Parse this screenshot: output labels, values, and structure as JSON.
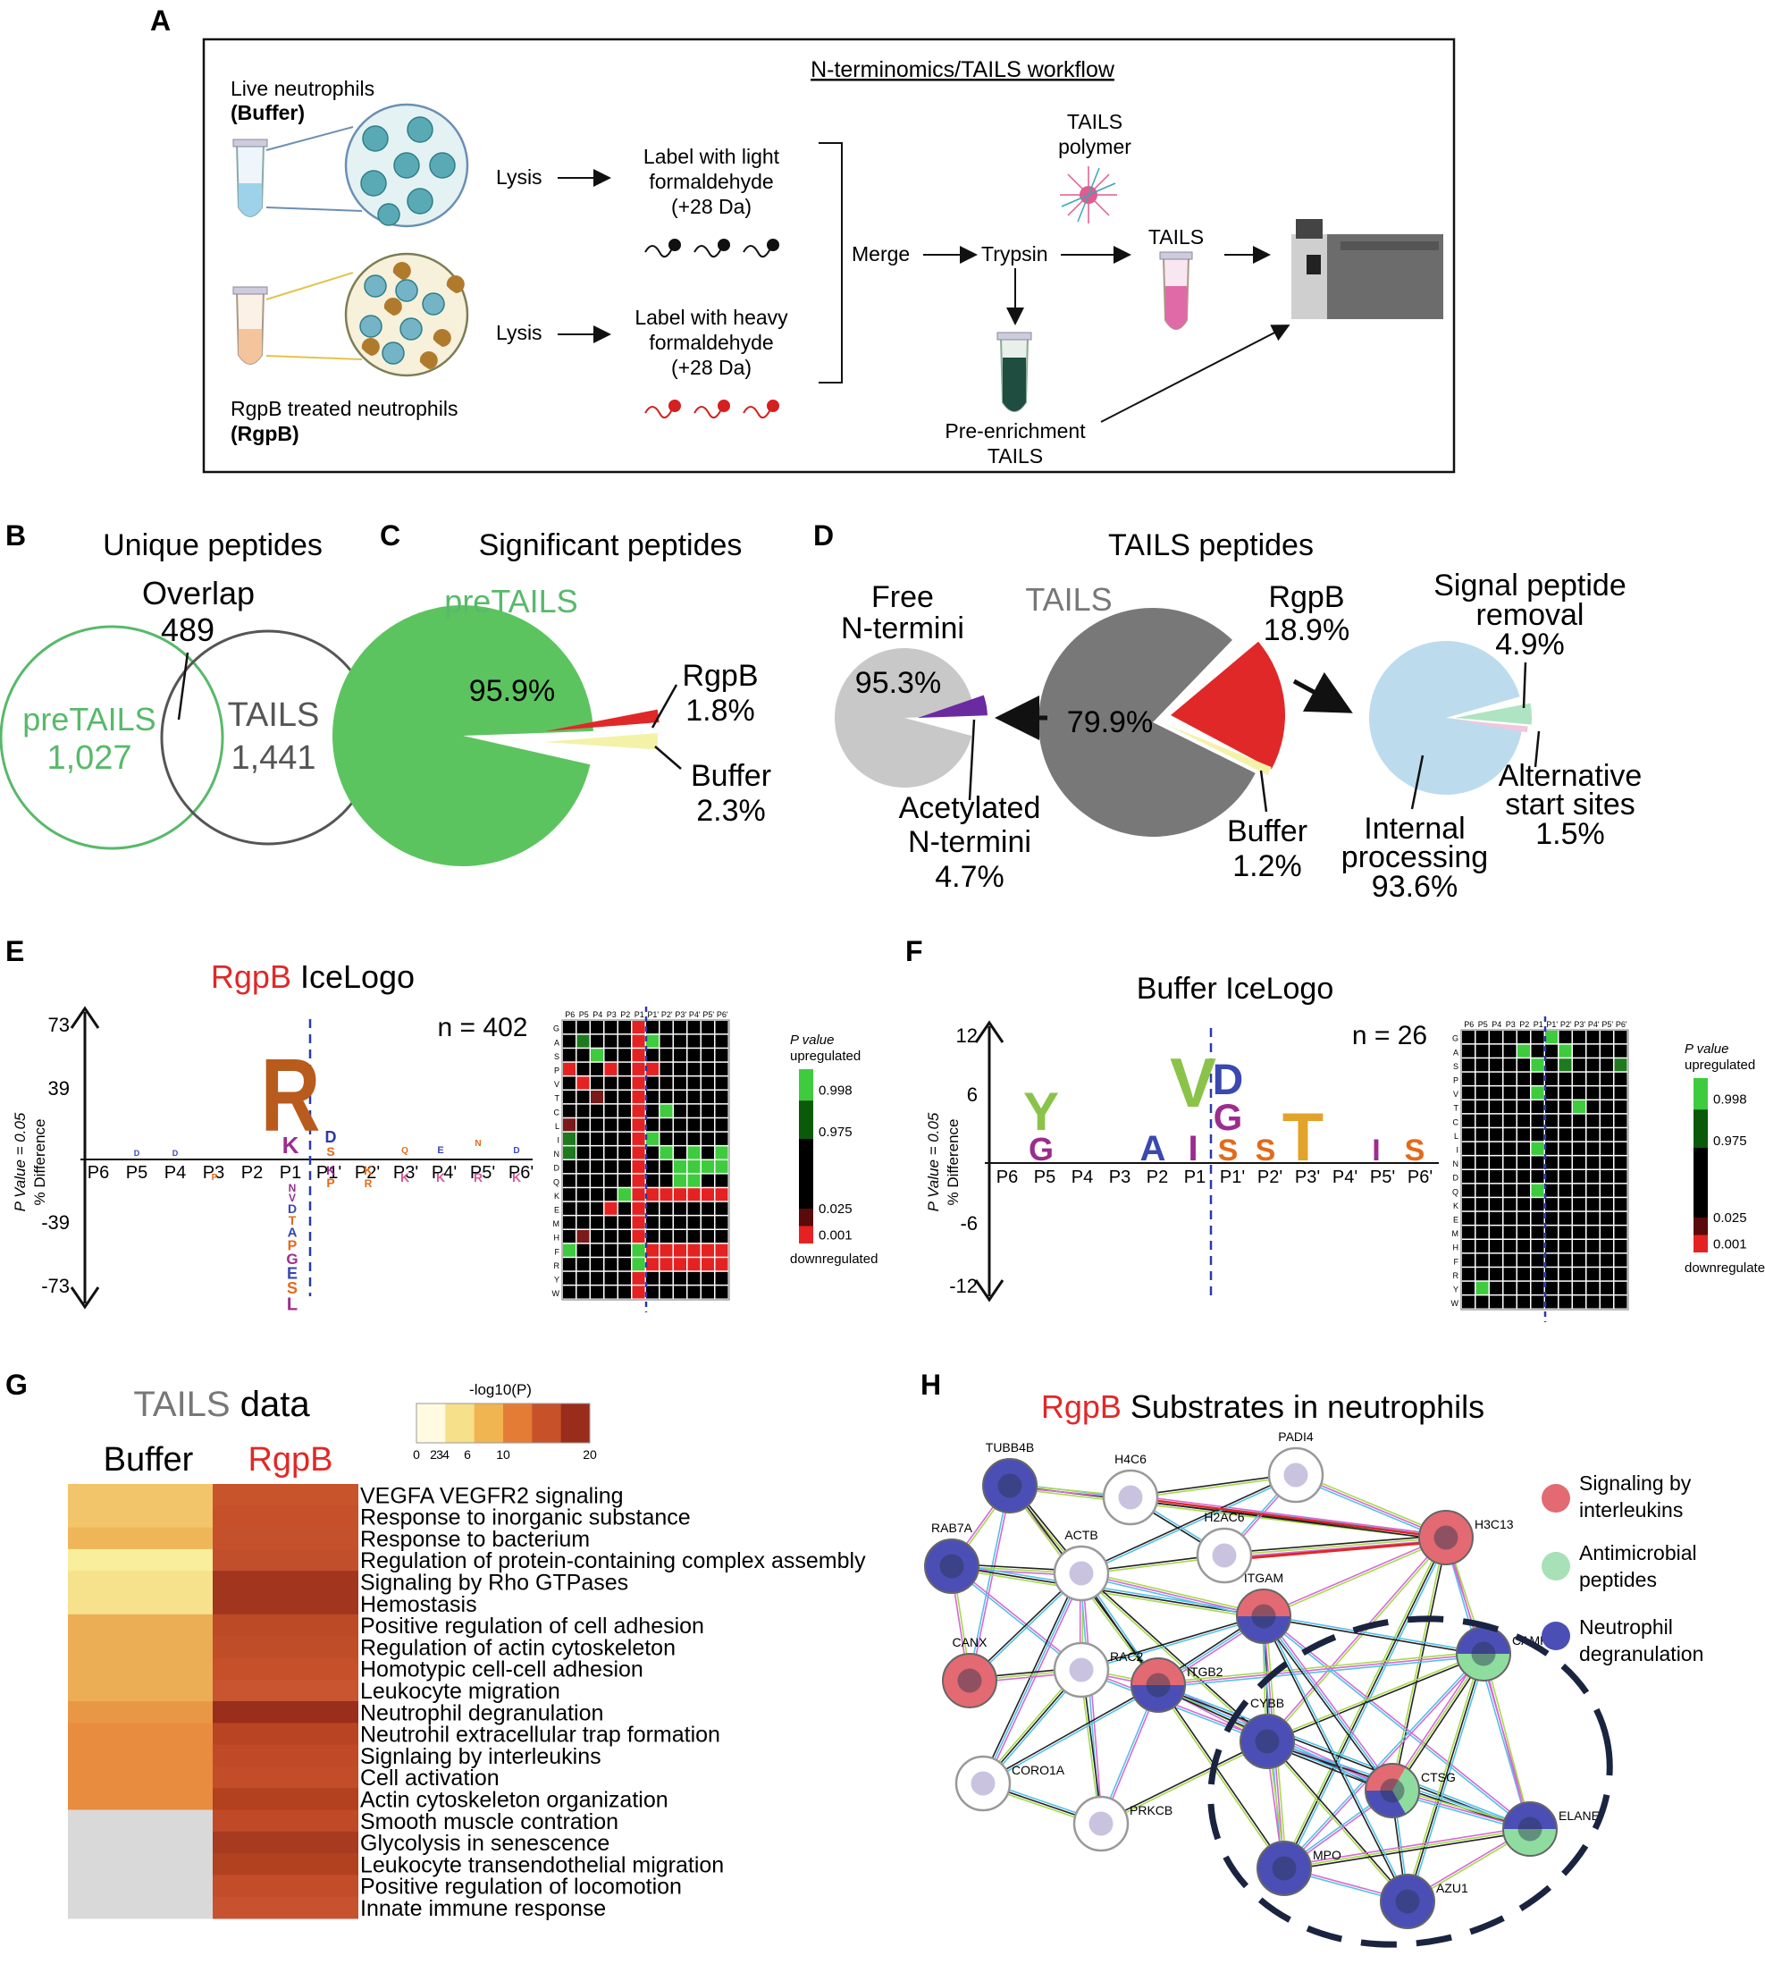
{
  "panel_letters": {
    "A": "A",
    "B": "B",
    "C": "C",
    "D": "D",
    "E": "E",
    "F": "F",
    "G": "G",
    "H": "H"
  },
  "panelA": {
    "title": "N-terminomics/TAILS workflow",
    "live_line1": "Live neutrophils",
    "live_line2": "(Buffer)",
    "rgpb_line1": "RgpB treated neutrophils",
    "rgpb_line2": "(RgpB)",
    "lysis": "Lysis",
    "light_label": [
      "Label with light",
      "formaldehyde",
      "(+28 Da)"
    ],
    "heavy_label": [
      "Label with heavy",
      "formaldehyde",
      "(+28 Da)"
    ],
    "merge": "Merge",
    "trypsin": "Trypsin",
    "polymer": [
      "TAILS",
      "polymer"
    ],
    "tails": "TAILS",
    "preenrich": [
      "Pre-enrichment",
      "TAILS"
    ],
    "colors": {
      "buffer_tube": "#9dd2ea",
      "rgpb_tube": "#f4c49d",
      "tails_tube": "#e06aa8",
      "pre_tube": "#1f4d3f",
      "cell_blue": "#5aaab5",
      "bacteria": "#b07a2c"
    }
  },
  "panelB": {
    "title": "Unique peptides",
    "overlap_label": "Overlap",
    "overlap_value": "489",
    "left_name": "preTAILS",
    "left_value": "1,027",
    "right_name": "TAILS",
    "right_value": "1,441",
    "colors": {
      "left": "#58b96a",
      "right": "#555555"
    }
  },
  "panelC": {
    "title": "Significant peptides",
    "series_label": "preTAILS",
    "main_pct": "95.9%",
    "rgpb_label": "RgpB",
    "rgpb_pct": "1.8%",
    "buffer_label": "Buffer",
    "buffer_pct": "2.3%"
  },
  "panelD": {
    "title": "TAILS peptides",
    "center_label": "TAILS",
    "center_main_pct": "79.9%",
    "rgpb_label": "RgpB",
    "rgpb_pct": "18.9%",
    "buffer_label": "Buffer",
    "buffer_pct": "1.2%",
    "free_label": [
      "Free",
      "N-termini"
    ],
    "free_pct": "95.3%",
    "acetyl_label": [
      "Acetylated",
      "N-termini"
    ],
    "acetyl_pct": "4.7%",
    "signal_label": [
      "Signal peptide",
      "removal"
    ],
    "signal_pct": "4.9%",
    "alt_label": [
      "Alternative",
      "start sites"
    ],
    "alt_pct": "1.5%",
    "internal_label": [
      "Internal",
      "processing"
    ],
    "internal_pct": "93.6%"
  },
  "panelE": {
    "title_a": "RgpB",
    "title_b": " IceLogo",
    "n_label": "n = 402",
    "y_ticks": [
      "73",
      "39",
      "-39",
      "-73"
    ],
    "y_label": [
      "P Value = 0.05",
      "% Difference"
    ],
    "positions": [
      "P6",
      "P5",
      "P4",
      "P3",
      "P2",
      "P1",
      "P1'",
      "P2'",
      "P3'",
      "P4'",
      "P5'",
      "P6'"
    ],
    "logo_big": "R",
    "logo_k": "K",
    "logo_below": [
      "N",
      "V",
      "D",
      "T",
      "A",
      "P",
      "G",
      "E",
      "S",
      "L"
    ]
  },
  "panelF": {
    "title": "Buffer IceLogo",
    "n_label": "n = 26",
    "y_ticks": [
      "12",
      "6",
      "-6",
      "-12"
    ],
    "y_label": [
      "P Value = 0.05",
      "% Difference"
    ],
    "positions": [
      "P6",
      "P5",
      "P4",
      "P3",
      "P2",
      "P1",
      "P1'",
      "P2'",
      "P3'",
      "P4'",
      "P5'",
      "P6'"
    ]
  },
  "heatmap": {
    "amino_acids": [
      "G",
      "A",
      "S",
      "P",
      "V",
      "T",
      "C",
      "L",
      "I",
      "N",
      "D",
      "Q",
      "K",
      "E",
      "M",
      "H",
      "F",
      "R",
      "Y",
      "W"
    ],
    "columns": [
      "P6",
      "P5",
      "P4",
      "P3",
      "P2",
      "P1",
      "P1'",
      "P2'",
      "P3'",
      "P4'",
      "P5'",
      "P6'"
    ],
    "legend_title": [
      "P value",
      "upregulated"
    ],
    "legend_bottom": "downregulated",
    "legend_ticks": [
      "0.998",
      "0.975",
      "0.025",
      "0.001"
    ],
    "colors": {
      "up": "#3ecb3e",
      "down": "#e52222",
      "none": "#000000"
    }
  },
  "panelG": {
    "title_a": "TAILS",
    "title_b": " data",
    "col_buffer": "Buffer",
    "col_rgpb": "RgpB",
    "scale_title": "-log10(P)",
    "scale_ticks": [
      "0",
      "2",
      "3",
      "4",
      "6",
      "10",
      "20"
    ],
    "terms": [
      "VEGFA VEGFR2 signaling",
      "Response to inorganic substance",
      "Response to bacterium",
      "Regulation of protein-containing complex assembly",
      "Signaling by Rho GTPases",
      "Hemostasis",
      "Positive regulation of cell adhesion",
      "Regulation of actin cytoskeleton",
      "Homotypic cell-cell adhesion",
      "Leukocyte migration",
      "Neutrophil degranulation",
      "Neutrohil extracellular trap formation",
      "Signlaing by interleukins",
      "Cell activation",
      "Actin cytoskeleton organization",
      "Smooth muscle contration",
      "Glycolysis in senescence",
      "Leukocyte transendothelial migration",
      "Positive regulation of locomotion",
      "Innate immune response"
    ],
    "buffer_colors": [
      "#f3c56a",
      "#f3c56a",
      "#efb659",
      "#f8ee9c",
      "#f6e28c",
      "#f6e28c",
      "#ebae54",
      "#ebae54",
      "#ebae54",
      "#ebae54",
      "#e89747",
      "#e88d3f",
      "#e88d3f",
      "#e88d3f",
      "#e88d3f",
      "#d9d9d9",
      "#d9d9d9",
      "#d9d9d9",
      "#d9d9d9",
      "#d9d9d9"
    ],
    "rgpb_colors": [
      "#c8542c",
      "#c55029",
      "#c4512c",
      "#c24f2c",
      "#a2351e",
      "#a2351e",
      "#bc4a26",
      "#bf4d28",
      "#c55029",
      "#c85430",
      "#982e1b",
      "#b94423",
      "#c04a27",
      "#c24d28",
      "#b3401f",
      "#c04a27",
      "#a83a20",
      "#b1411f",
      "#c24d28",
      "#c75230"
    ]
  },
  "panelH": {
    "title_a": "RgpB",
    "title_b": " Substrates in neutrophils",
    "legend": [
      [
        "Signaling by",
        "interleukins"
      ],
      [
        "Antimicrobial",
        "peptides"
      ],
      [
        "Neutrophil",
        "degranulation"
      ]
    ],
    "legend_colors": [
      "#e36a72",
      "#a8e0b8",
      "#4b4fb5"
    ],
    "nodes": [
      "TUBB4B",
      "H4C6",
      "PADI4",
      "RAB7A",
      "ACTB",
      "H2AC6",
      "H3C13",
      "ITGAM",
      "CANX",
      "RAC2",
      "ITGB2",
      "CAMP",
      "CYBB",
      "CORO1A",
      "PRKCB",
      "CTSG",
      "ELANE",
      "MPO",
      "AZU1"
    ]
  }
}
